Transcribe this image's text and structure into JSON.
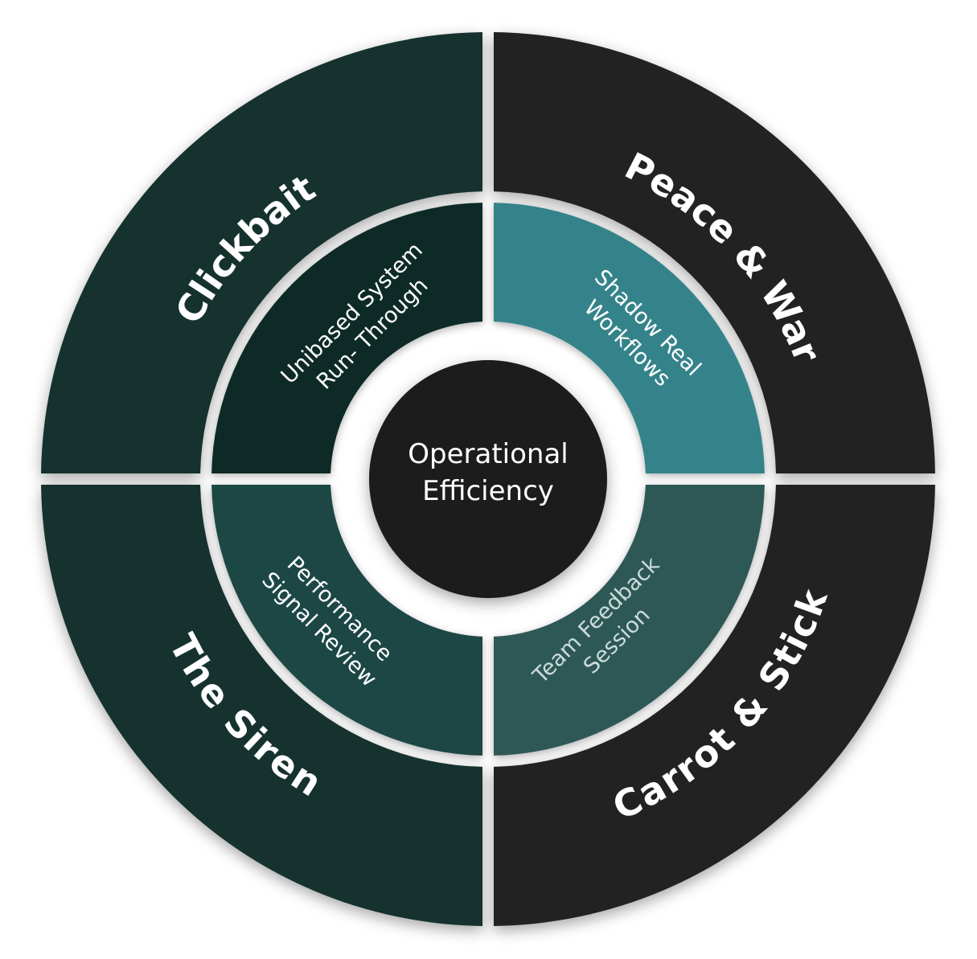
{
  "center": {
    "label_line1": "Operational",
    "label_line2": "Efficiency",
    "color": "#1c1c1e"
  },
  "outer_ring": [
    {
      "id": "top-left",
      "label": "Clickbait",
      "color": "#14302f"
    },
    {
      "id": "top-right",
      "label": "Peace & War",
      "color": "#202124"
    },
    {
      "id": "bottom-left",
      "label": "The Siren",
      "color": "#12302e"
    },
    {
      "id": "bottom-right",
      "label": "Carrot & Stick",
      "color": "#202124"
    }
  ],
  "inner_ring": [
    {
      "id": "top-left",
      "line1": "Unibased System",
      "line2": "Run- Through",
      "color": "#0d2a28"
    },
    {
      "id": "top-right",
      "line1": "Shadow Real",
      "line2": "Workflows",
      "color": "#36838a"
    },
    {
      "id": "bottom-left",
      "line1": "Performance",
      "line2": "Signal Review",
      "color": "#1a4644"
    },
    {
      "id": "bottom-right",
      "line1": "Team Feedback",
      "line2": "Session",
      "color": "#2e5957"
    }
  ],
  "background": "#ffffff",
  "gap_color": "#ffffff"
}
